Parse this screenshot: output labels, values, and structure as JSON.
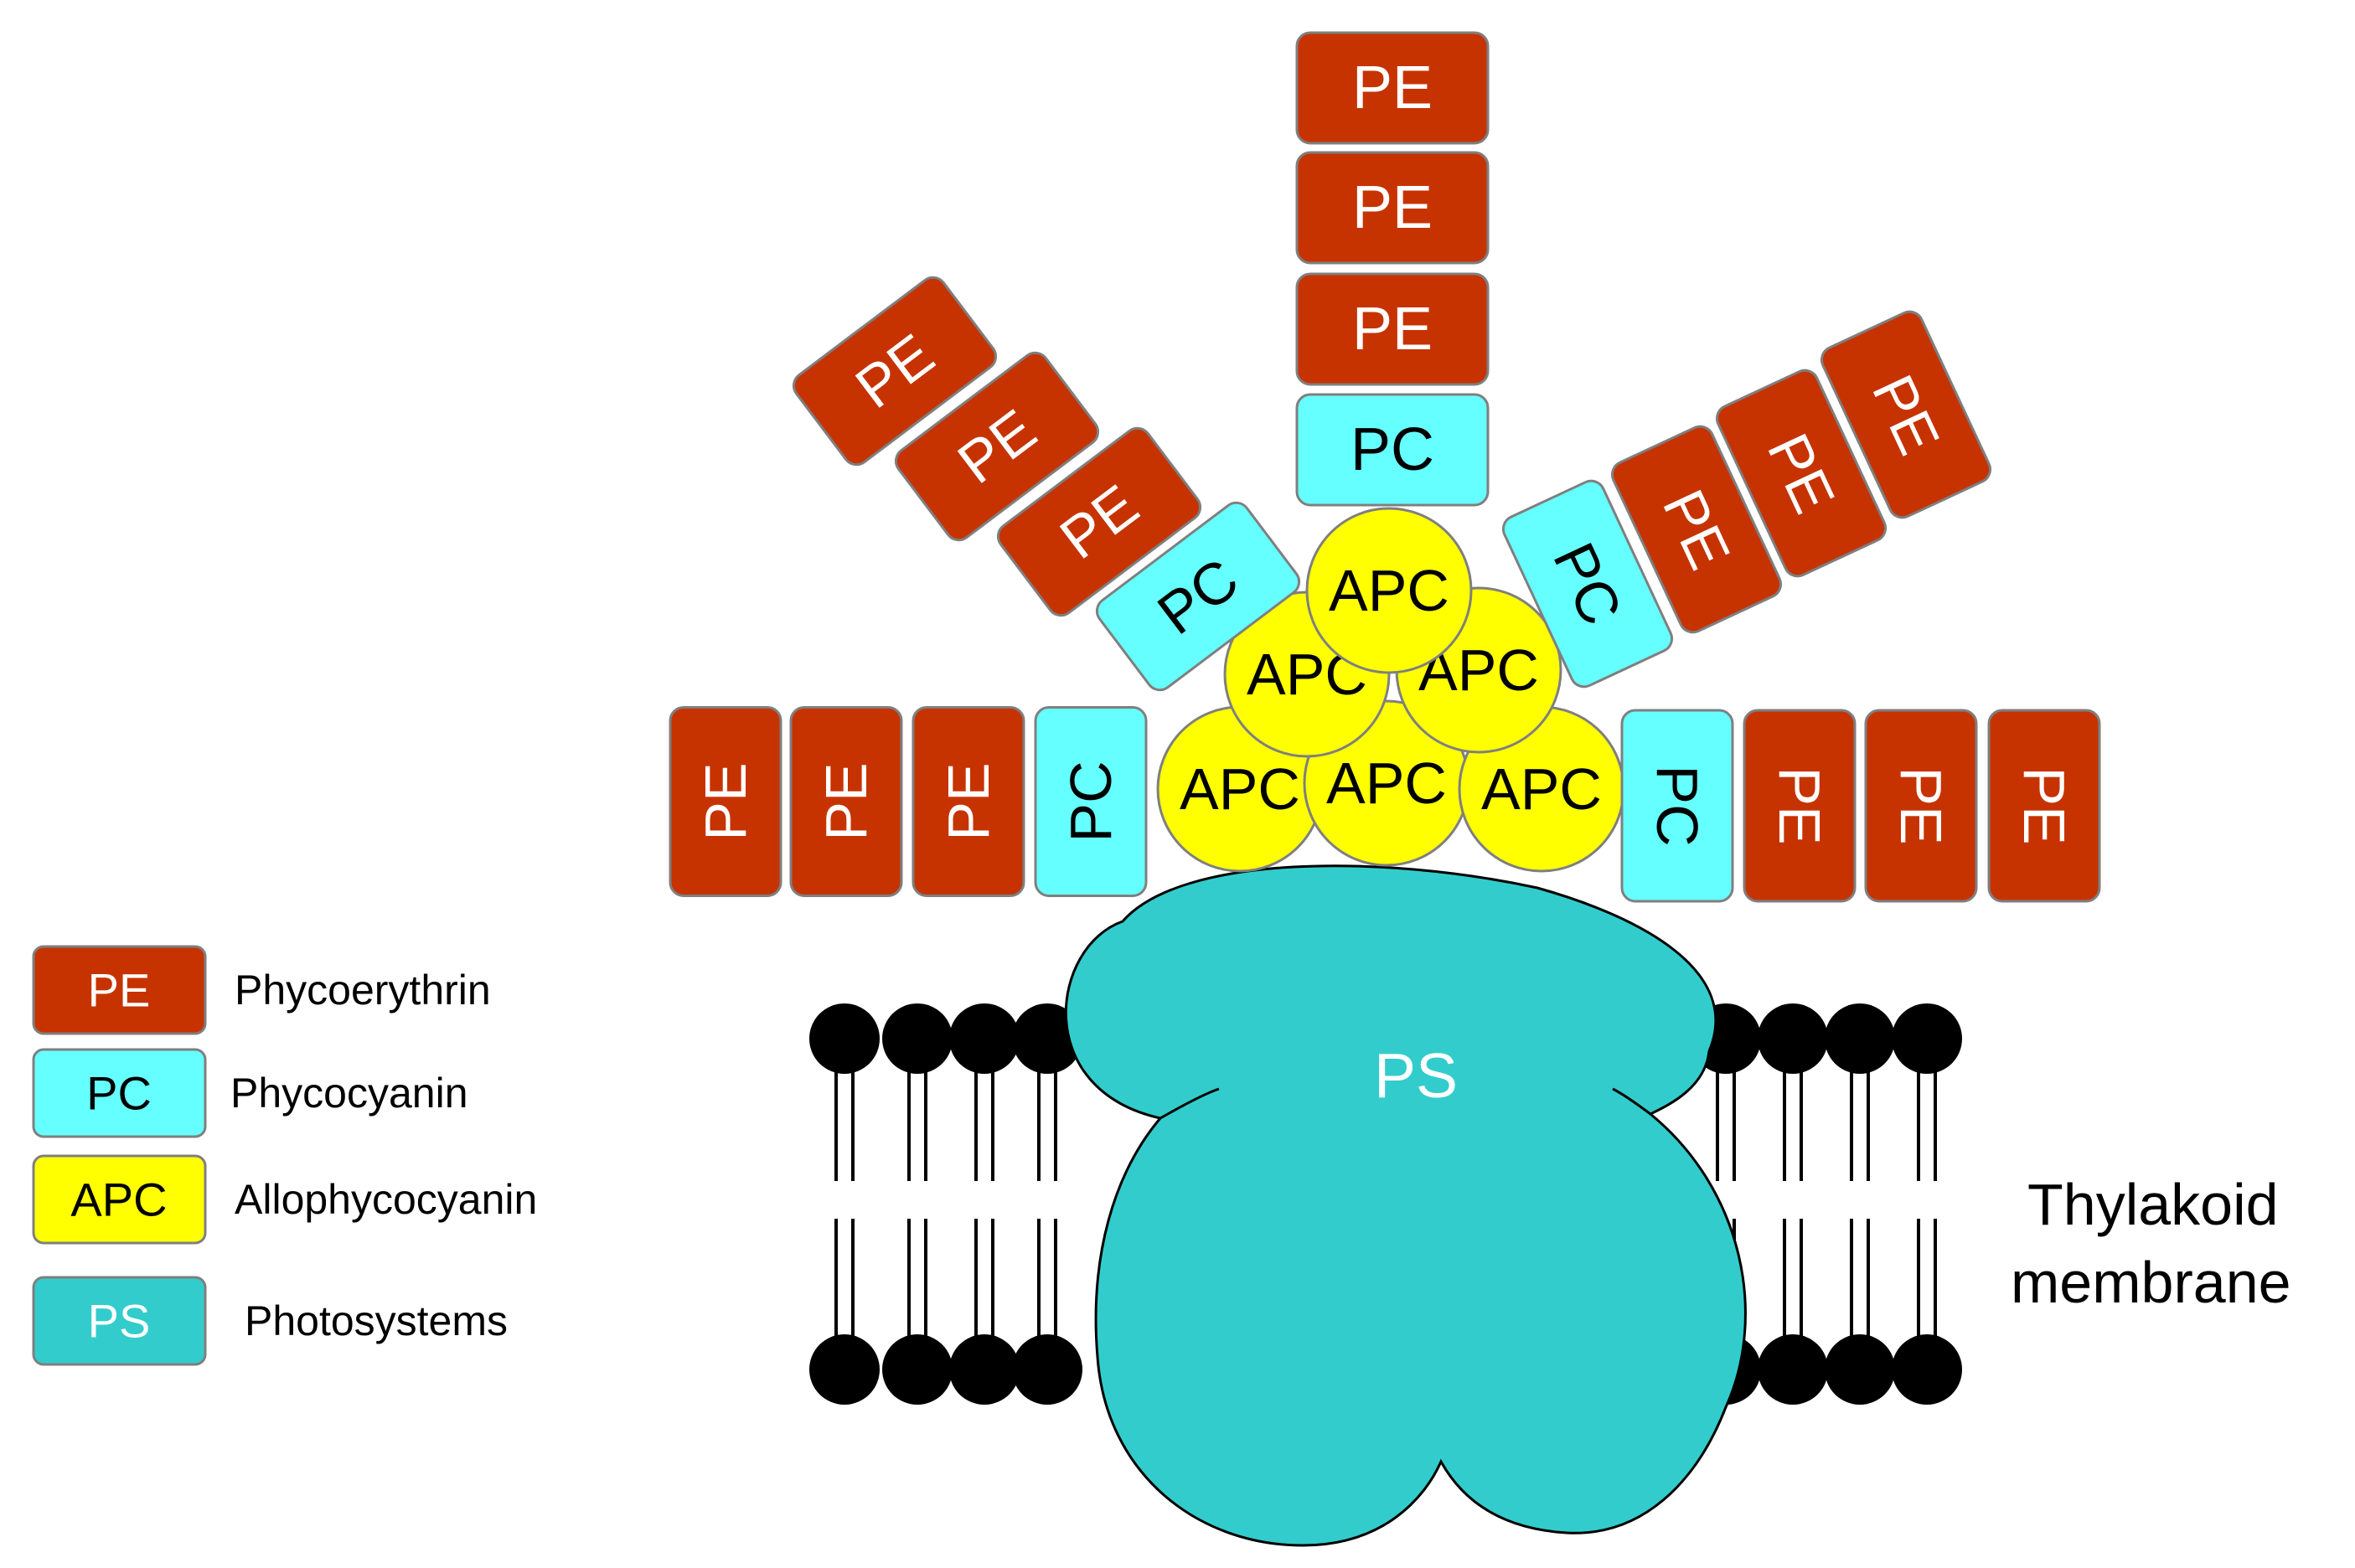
{
  "colors": {
    "pe": "#C63300",
    "pc": "#66FFFF",
    "apc": "#FFFF00",
    "ps": "#33CCCC",
    "lipid_head": "#000000",
    "stroke": "#7F7F7F"
  },
  "labels": {
    "pe": "PE",
    "pc": "PC",
    "apc": "APC",
    "ps": "PS"
  },
  "legend": [
    {
      "abbr": "PE",
      "name": "Phycoerythrin",
      "color_key": "pe",
      "text_color": "white"
    },
    {
      "abbr": "PC",
      "name": "Phycocyanin",
      "color_key": "pc",
      "text_color": "black"
    },
    {
      "abbr": "APC",
      "name": "Allophycocyanin",
      "color_key": "apc",
      "text_color": "black"
    },
    {
      "abbr": "PS",
      "name": "Photosystems",
      "color_key": "ps",
      "text_color": "white"
    }
  ],
  "membrane": {
    "line1": "Thylakoid",
    "line2": "membrane"
  }
}
